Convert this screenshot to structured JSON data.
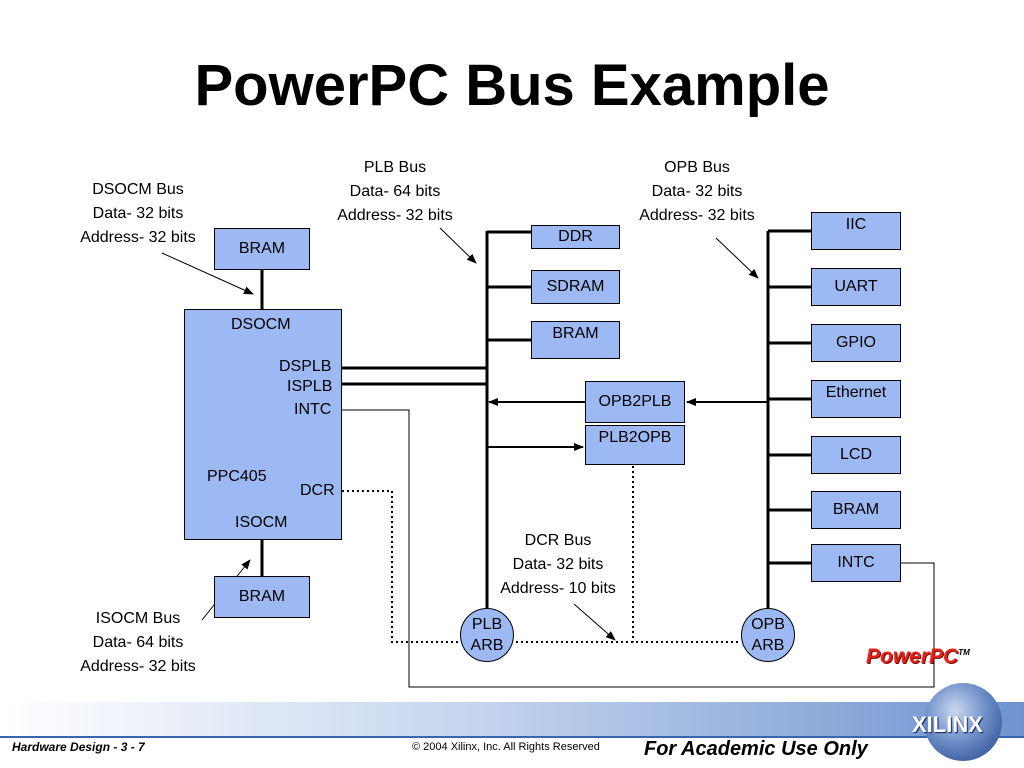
{
  "slide": {
    "title": "PowerPC Bus Example",
    "footer": {
      "left": "Hardware Design  -  3 - 7",
      "center": "© 2004 Xilinx, Inc. All Rights Reserved",
      "right": "For Academic Use Only"
    },
    "logos": {
      "powerpc": "PowerPC",
      "powerpc_tm": "TM",
      "xilinx": "XILINX"
    }
  },
  "labels": {
    "dsocm_bus": [
      "DSOCM Bus",
      "Data- 32 bits",
      "Address- 32 bits"
    ],
    "plb_bus": [
      "PLB Bus",
      "Data- 64 bits",
      "Address- 32 bits"
    ],
    "opb_bus": [
      "OPB Bus",
      "Data- 32 bits",
      "Address- 32 bits"
    ],
    "isocm_bus": [
      "ISOCM Bus",
      "Data- 64 bits",
      "Address- 32 bits"
    ],
    "dcr_bus": [
      "DCR Bus",
      "Data- 32 bits",
      "Address- 10 bits"
    ]
  },
  "ppc": {
    "dsocm": "DSOCM",
    "dsplb": "DSPLB",
    "isplb": "ISPLB",
    "intc": "INTC",
    "ppc405": "PPC405",
    "dcr": "DCR",
    "isocm": "ISOCM"
  },
  "blocks": {
    "bram_top": "BRAM",
    "bram_bottom": "BRAM",
    "ddr": "DDR",
    "sdram": "SDRAM",
    "bram_plb": "BRAM",
    "opb2plb": "OPB2PLB",
    "plb2opb": "PLB2OPB"
  },
  "opb_peripherals": [
    "IIC",
    "UART",
    "GPIO",
    "Ethernet",
    "LCD",
    "BRAM",
    "INTC"
  ],
  "arbiters": {
    "plb": [
      "PLB",
      "ARB"
    ],
    "opb": [
      "OPB",
      "ARB"
    ]
  }
}
